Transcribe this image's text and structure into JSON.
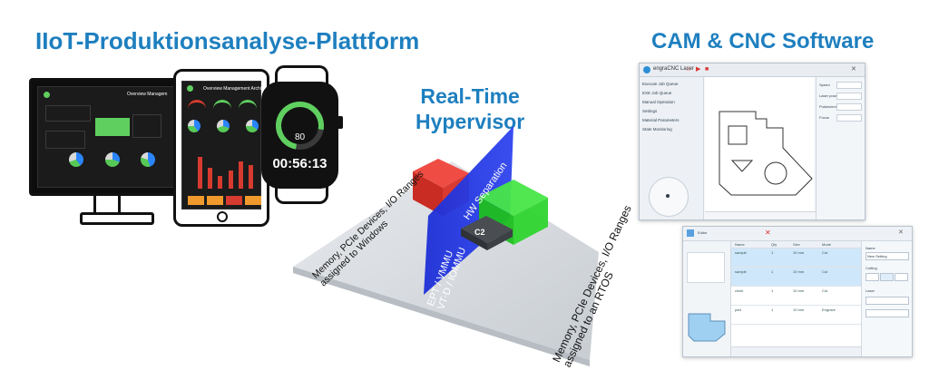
{
  "titles": {
    "left": "IIoT-Produktionsanalyse-Plattform",
    "right": "CAM & CNC Software",
    "middle_line1": "Real-Time",
    "middle_line2": "Hypervisor"
  },
  "devices": {
    "monitor_nav": "Overview  Managem",
    "tablet_nav": "Overview  Management  Archive",
    "watch_value": "80",
    "watch_timer": "00:56:13"
  },
  "hypervisor": {
    "left_label_line1": "Memory, PCIe Devices, I/O Ranges",
    "left_label_line2": "assigned to Windows",
    "right_label_line1": "Memory, PCIe Devices, I/O Ranges",
    "right_label_line2": "assigned to an RTOS",
    "ept_label_line1": "EPT / VMMU",
    "ept_label_line2": "VT-D / IOMMU",
    "hw_label": "HW Separation",
    "chip_label": "C2"
  },
  "cam_window": {
    "app_title": "engraCNC Laser",
    "sidebar_items": [
      "Execute Job Queue",
      "EXE Job Queue",
      "Manual Operation",
      "Settings",
      "Material Parameters",
      "State Monitoring"
    ],
    "right_rows": [
      "Speed",
      "Laser power",
      "Pulses/mm",
      "Focus"
    ]
  },
  "cam_window2": {
    "title": "Editor",
    "grid_header": [
      "Name",
      "Qty",
      "Size",
      "Mode"
    ],
    "grid_rows": [
      [
        "sample",
        "1",
        "10 mm",
        "Cut"
      ],
      [
        "sample",
        "1",
        "10 mm",
        "Cut"
      ],
      [
        "circle",
        "1",
        "10 mm",
        "Cut"
      ],
      [
        "part",
        "1",
        "10 mm",
        "Engrave"
      ]
    ],
    "right_labels": [
      "Name",
      "New Setting",
      "Cutting",
      "Laser"
    ]
  },
  "colors": {
    "title_blue": "#1e7fbf",
    "dash_green": "#5fcf5f",
    "dash_red": "#d73a2f",
    "dash_orange": "#f09a2d",
    "plane_blue": "#1f33d9",
    "box_red": "#e2342c",
    "box_green": "#36d936",
    "floor_gray": "#d9dde1"
  }
}
